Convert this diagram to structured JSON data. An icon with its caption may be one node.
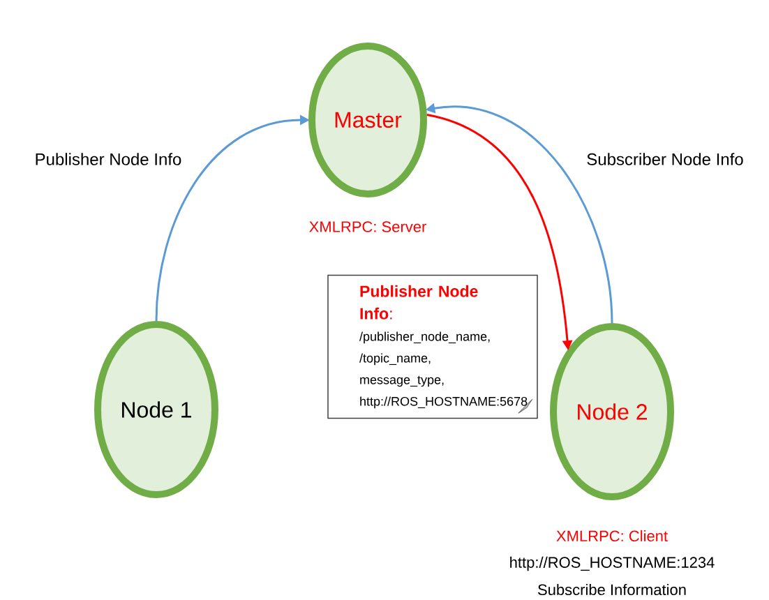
{
  "diagram": {
    "nodes": [
      {
        "text": [
          "Master"
        ],
        "beside": [
          "XMLRPC: Server"
        ]
      },
      {
        "text": [
          "Node 1"
        ]
      },
      {
        "text": [
          "Node 2"
        ],
        "beside": [
          "XMLRPC: Client",
          "http://ROS_HOSTNAME:1234",
          "Subscribe Information"
        ]
      },
      {
        "text": [
          "**Publisher Node Info**:",
          "/publisher_node_name, /topic_name, message_type, http://ROS_HOSTNAME:5678"
        ]
      }
    ],
    "edges": [
      {
        "from": 1,
        "to": 0,
        "arrow": "to",
        "label": "Publisher Node Info"
      },
      {
        "from": 2,
        "to": 0,
        "arrow": "to",
        "label": "Subscriber Node Info"
      },
      {
        "from": 0,
        "to": 2,
        "arrow": "to",
        "color": "#ff0000"
      }
    ]
  }
}
